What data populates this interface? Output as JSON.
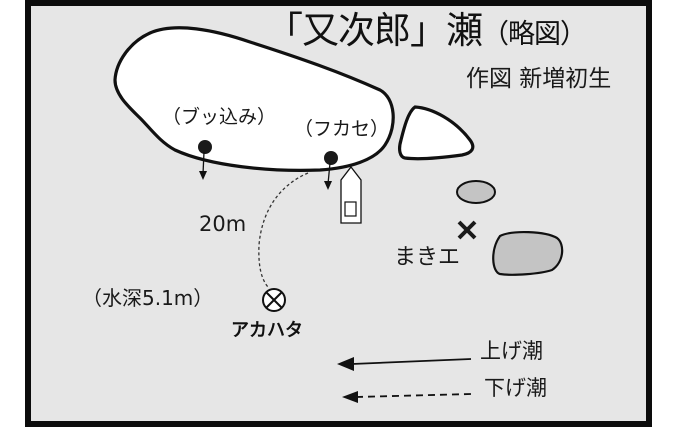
{
  "map": {
    "title": "「又次郎」瀬",
    "title_suffix": "（略図）",
    "author": "作図 新増初生",
    "colors": {
      "frame": "#0c0c0c",
      "water": "#e6e6e6",
      "rock_white": "#ffffff",
      "rock_submerged": "#c4c4c4",
      "ink": "#111111"
    },
    "labels": {
      "spot_bukkomi": "（ブッ込み）",
      "spot_fukase": "（フカセ）",
      "distance": "20m",
      "depth": "（水深5.1m）",
      "catch_point": "アカハタ",
      "chum_point": "まきエ"
    },
    "legend": [
      {
        "line": "solid",
        "label": "上げ潮"
      },
      {
        "line": "dashed",
        "label": "下げ潮"
      }
    ],
    "icons": {
      "fishing_spot": "filled-circle-with-arrow",
      "catch_marker": "circled-x",
      "chum_marker": "x-mark",
      "boat": "boat-outline"
    }
  }
}
